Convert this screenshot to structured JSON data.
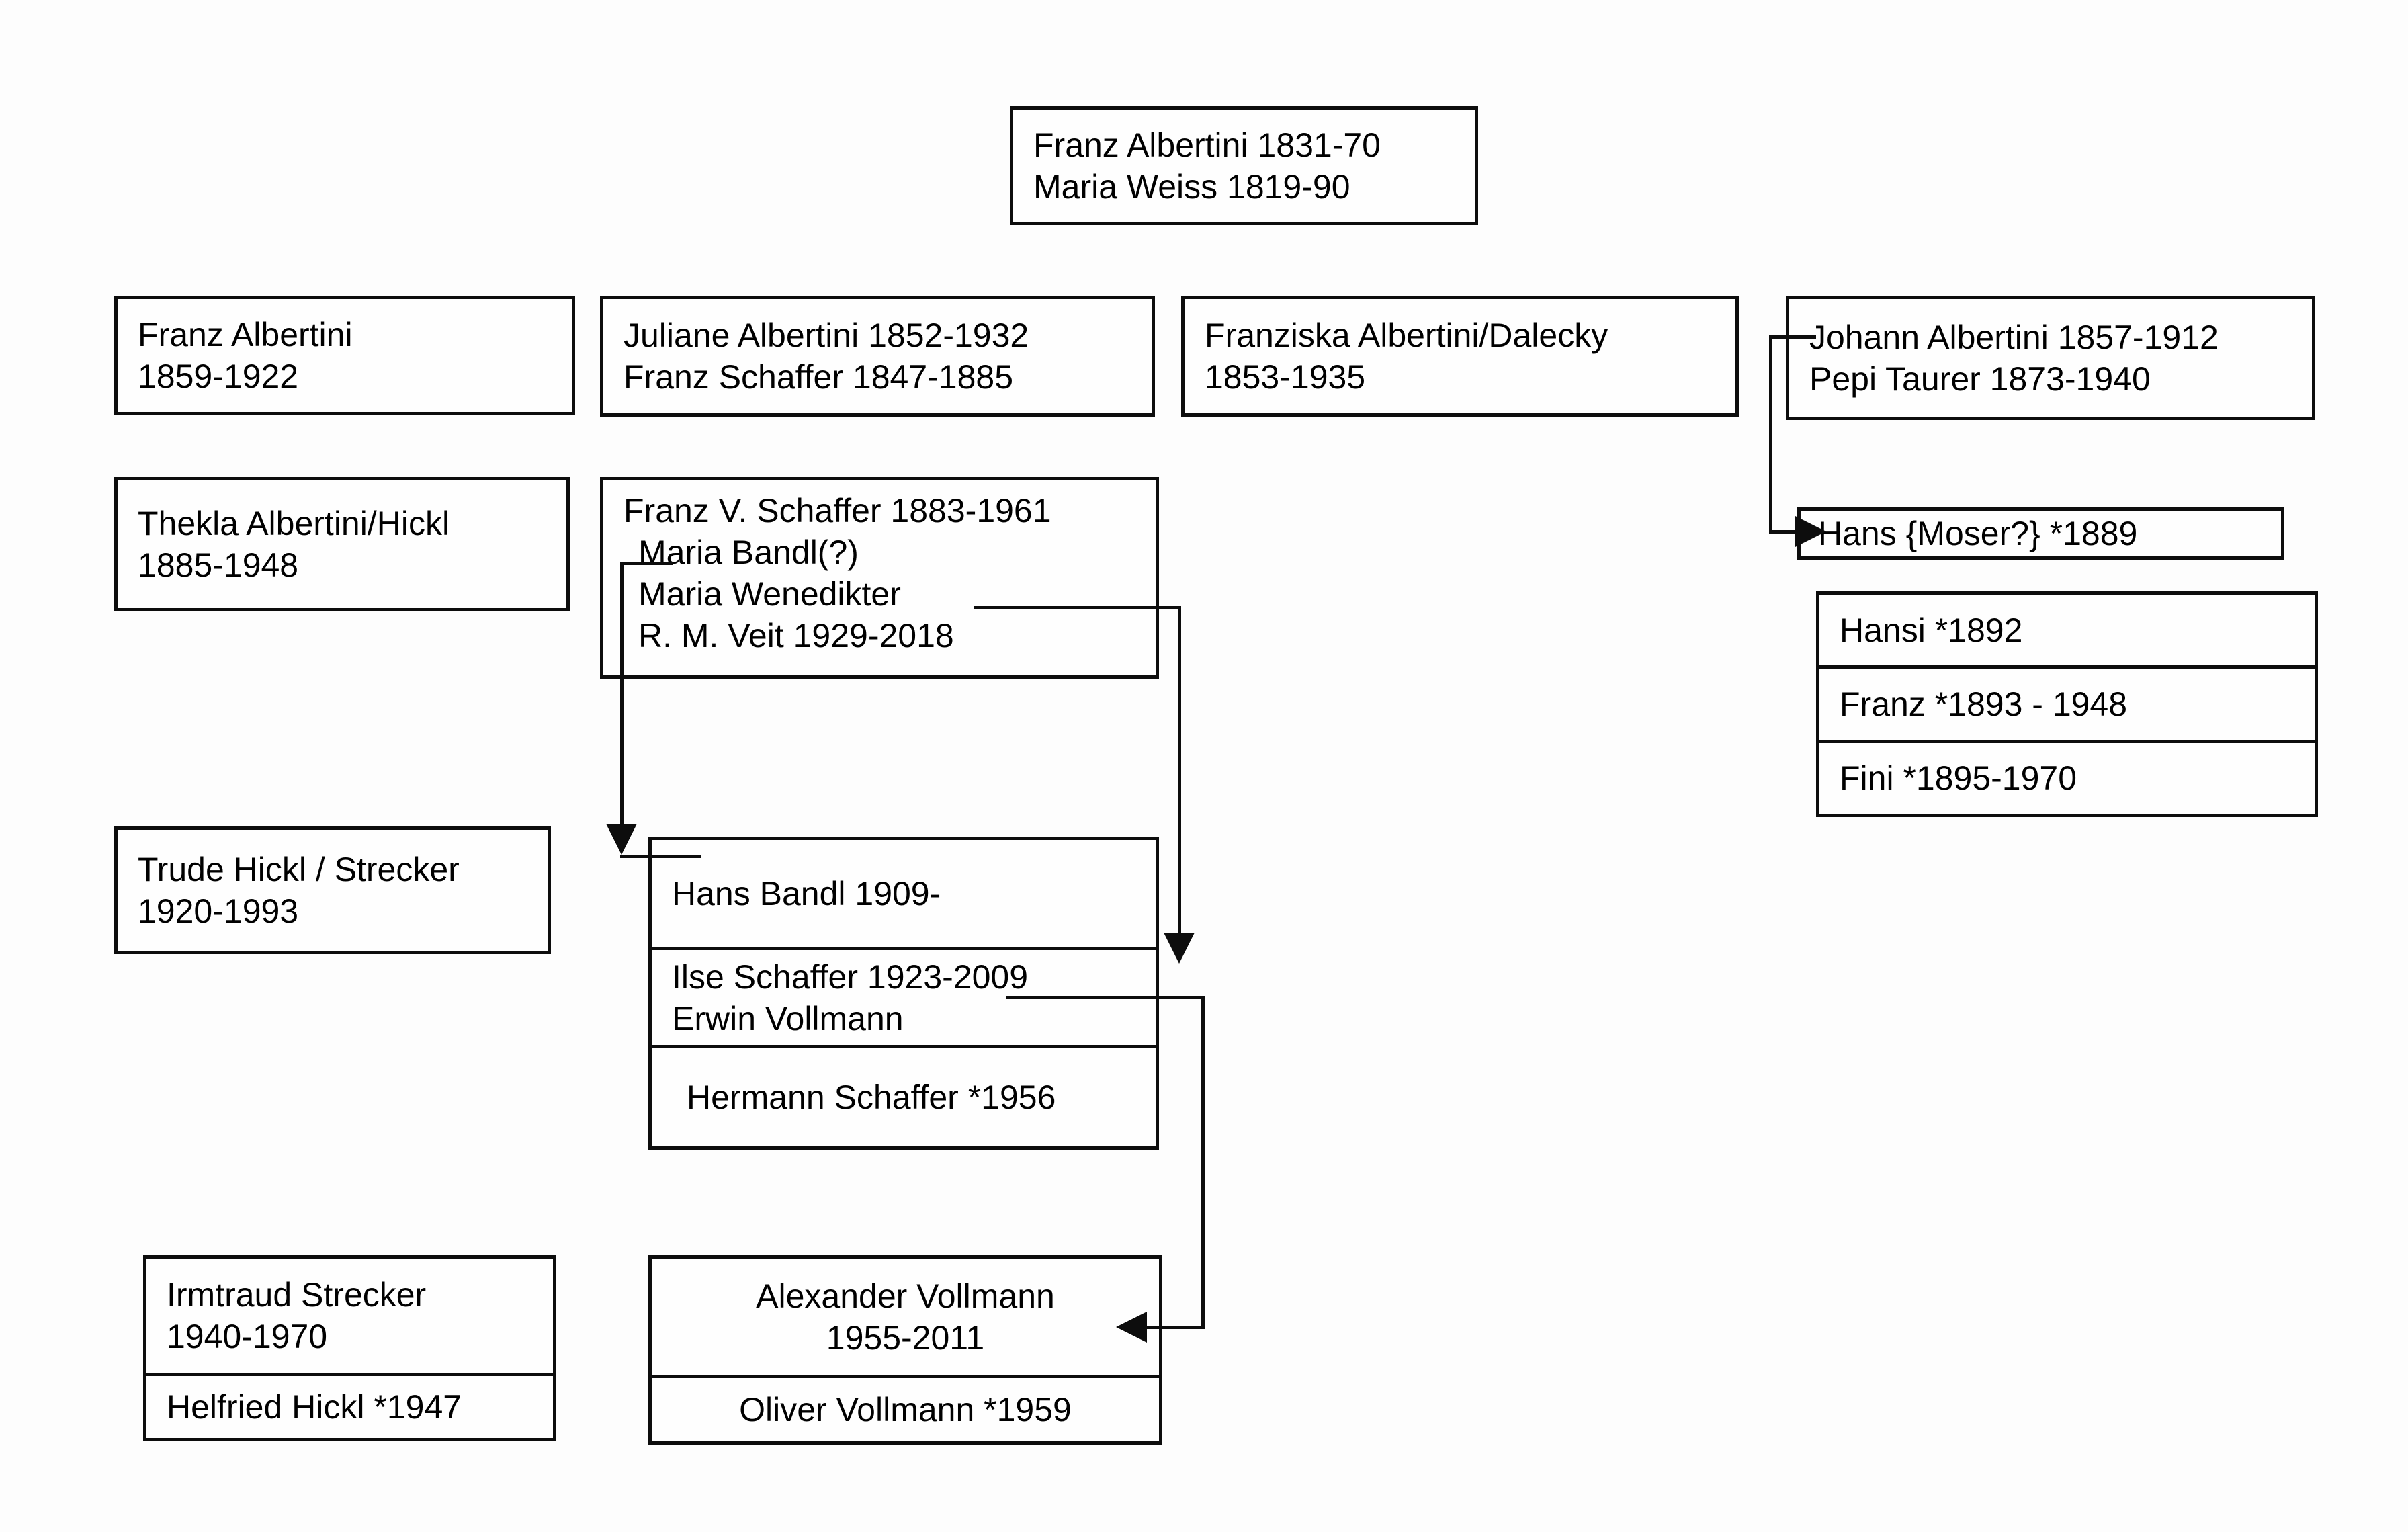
{
  "diagram": {
    "title": "Albertini family tree",
    "type": "family-tree",
    "background_color": "#fdfdfd",
    "line_color": "#0d0d0d"
  },
  "nodes": {
    "root": {
      "line1": "Franz Albertini 1831-70",
      "line2": "Maria Weiss 1819-90"
    },
    "franz_albertini": {
      "line1": "Franz Albertini",
      "line2": "1859-1922"
    },
    "juliane": {
      "line1": "Juliane Albertini 1852-1932",
      "line2": "Franz Schaffer 1847-1885"
    },
    "franziska": {
      "line1": "Franziska Albertini/Dalecky",
      "line2": "1853-1935"
    },
    "johann": {
      "line1": "Johann Albertini 1857-1912",
      "line2": "Pepi Taurer 1873-1940"
    },
    "thekla": {
      "line1": "Thekla Albertini/Hickl",
      "line2": "1885-1948"
    },
    "franz_v_schaffer": {
      "line1": "Franz V. Schaffer 1883-1961",
      "line2": "Maria Bandl(?)",
      "line3": "Maria Wenedikter",
      "line4": "R. M. Veit 1929-2018"
    },
    "hans_moser": {
      "line1": "Hans {Moser?} *1889"
    },
    "johann_children": [
      {
        "line1": "Hansi *1892"
      },
      {
        "line1": "Franz *1893 - 1948"
      },
      {
        "line1": "Fini *1895-1970"
      }
    ],
    "trude": {
      "line1": "Trude Hickl / Strecker",
      "line2": "1920-1993"
    },
    "schaffer_descendants": [
      {
        "line1": "Hans Bandl 1909-"
      },
      {
        "line1": "Ilse Schaffer 1923-2009",
        "line2": "Erwin Vollmann"
      },
      {
        "line1": "Hermann Schaffer *1956"
      }
    ],
    "strecker_group": [
      {
        "line1": "Irmtraud Strecker",
        "line2": "1940-1970"
      },
      {
        "line1": "Helfried Hickl *1947"
      }
    ],
    "vollmann_group": [
      {
        "line1": "Alexander Vollmann",
        "line2": "1955-2011"
      },
      {
        "line1": "Oliver Vollmann *1959"
      }
    ]
  },
  "connectors": [
    {
      "name": "johann-to-hans-moser",
      "from": "johann",
      "to": "hans_moser",
      "arrow": "right"
    },
    {
      "name": "maria-bandl-to-hans-bandl",
      "from": "franz_v_schaffer",
      "to": "schaffer_descendants.0",
      "arrow": "down"
    },
    {
      "name": "maria-wenedikter-to-ilse",
      "from": "franz_v_schaffer",
      "to": "schaffer_descendants.1",
      "arrow": "down"
    },
    {
      "name": "erwin-vollmann-to-alexander",
      "from": "schaffer_descendants.1",
      "to": "vollmann_group.0",
      "arrow": "left"
    }
  ]
}
